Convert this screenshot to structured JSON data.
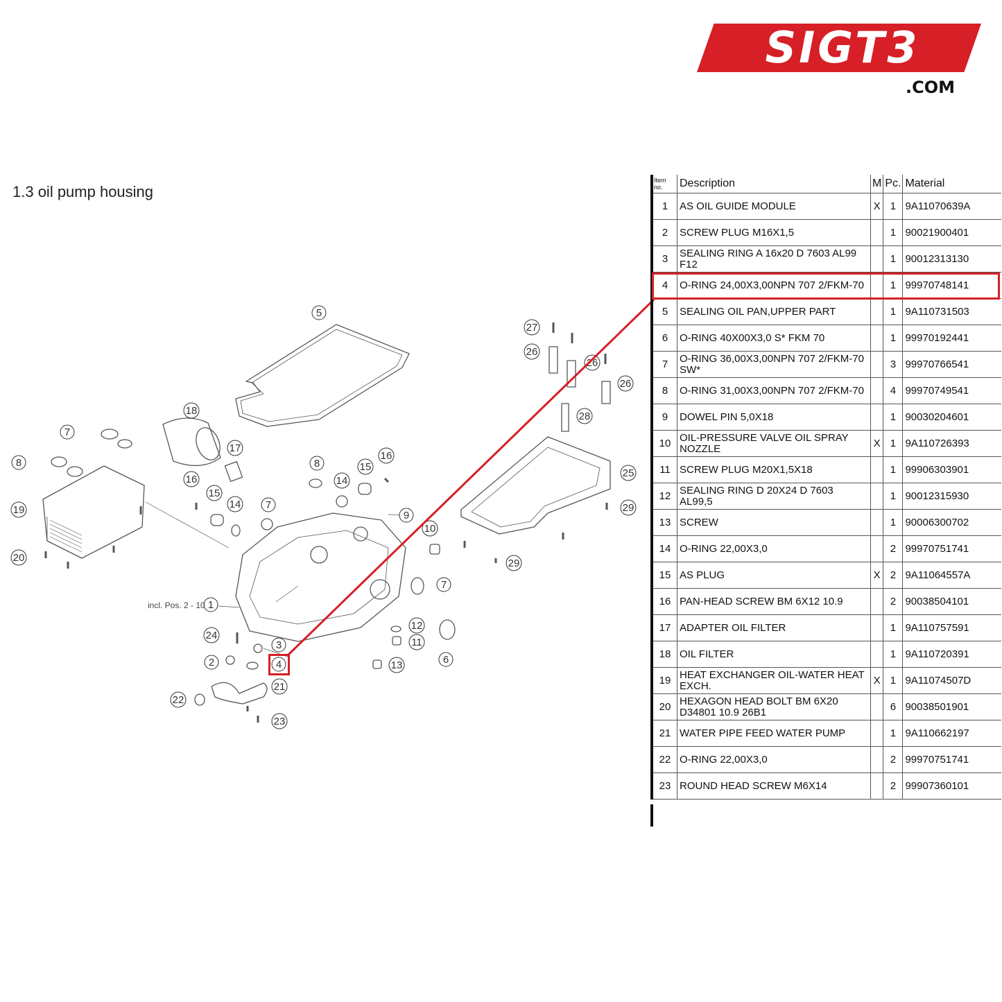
{
  "logo": {
    "text": "SIGT3",
    "domain": ".COM",
    "color": "#d61f26"
  },
  "section": {
    "title": "1.3  oil pump housing"
  },
  "diagram": {
    "note": "incl. Pos. 2 - 10",
    "callouts": [
      "1",
      "2",
      "3",
      "4",
      "5",
      "6",
      "7",
      "7",
      "7",
      "8",
      "8",
      "9",
      "10",
      "11",
      "12",
      "13",
      "14",
      "14",
      "15",
      "15",
      "16",
      "16",
      "17",
      "18",
      "19",
      "20",
      "21",
      "22",
      "23",
      "24",
      "25",
      "26",
      "26",
      "26",
      "27",
      "28",
      "29",
      "29"
    ],
    "highlighted_callout": "4"
  },
  "table": {
    "headers": {
      "item": "Item no.",
      "description": "Description",
      "m": "M",
      "pc": "Pc.",
      "material": "Material"
    },
    "rows": [
      {
        "item": "1",
        "description": "AS OIL GUIDE MODULE",
        "m": "X",
        "pc": "1",
        "material": "9A11070639A"
      },
      {
        "item": "2",
        "description": "SCREW PLUG M16X1,5",
        "m": "",
        "pc": "1",
        "material": "90021900401"
      },
      {
        "item": "3",
        "description": "SEALING RING A 16x20 D 7603 AL99 F12",
        "m": "",
        "pc": "1",
        "material": "90012313130"
      },
      {
        "item": "4",
        "description": "O-RING 24,00X3,00NPN 707 2/FKM-70",
        "m": "",
        "pc": "1",
        "material": "99970748141"
      },
      {
        "item": "5",
        "description": "SEALING OIL PAN,UPPER PART",
        "m": "",
        "pc": "1",
        "material": "9A110731503"
      },
      {
        "item": "6",
        "description": "O-RING 40X00X3,0 S* FKM 70",
        "m": "",
        "pc": "1",
        "material": "99970192441"
      },
      {
        "item": "7",
        "description": "O-RING 36,00X3,00NPN 707 2/FKM-70 SW*",
        "m": "",
        "pc": "3",
        "material": "99970766541"
      },
      {
        "item": "8",
        "description": "O-RING 31,00X3,00NPN 707 2/FKM-70",
        "m": "",
        "pc": "4",
        "material": "99970749541"
      },
      {
        "item": "9",
        "description": "DOWEL PIN 5,0X18",
        "m": "",
        "pc": "1",
        "material": "90030204601"
      },
      {
        "item": "10",
        "description": "OIL-PRESSURE VALVE OIL SPRAY NOZZLE",
        "m": "X",
        "pc": "1",
        "material": "9A110726393"
      },
      {
        "item": "11",
        "description": "SCREW PLUG M20X1,5X18",
        "m": "",
        "pc": "1",
        "material": "99906303901"
      },
      {
        "item": "12",
        "description": "SEALING RING D 20X24 D 7603 AL99,5",
        "m": "",
        "pc": "1",
        "material": "90012315930"
      },
      {
        "item": "13",
        "description": "SCREW",
        "m": "",
        "pc": "1",
        "material": "90006300702"
      },
      {
        "item": "14",
        "description": "O-RING 22,00X3,0",
        "m": "",
        "pc": "2",
        "material": "99970751741"
      },
      {
        "item": "15",
        "description": "AS PLUG",
        "m": "X",
        "pc": "2",
        "material": "9A11064557A"
      },
      {
        "item": "16",
        "description": "PAN-HEAD SCREW BM 6X12 10.9",
        "m": "",
        "pc": "2",
        "material": "90038504101"
      },
      {
        "item": "17",
        "description": "ADAPTER OIL FILTER",
        "m": "",
        "pc": "1",
        "material": "9A110757591"
      },
      {
        "item": "18",
        "description": "OIL FILTER",
        "m": "",
        "pc": "1",
        "material": "9A110720391"
      },
      {
        "item": "19",
        "description": "HEAT EXCHANGER OIL-WATER HEAT EXCH.",
        "m": "X",
        "pc": "1",
        "material": "9A11074507D"
      },
      {
        "item": "20",
        "description": "HEXAGON HEAD BOLT BM 6X20 D34801 10.9 26B1",
        "m": "",
        "pc": "6",
        "material": "90038501901"
      },
      {
        "item": "21",
        "description": "WATER PIPE FEED WATER PUMP",
        "m": "",
        "pc": "1",
        "material": "9A110662197"
      },
      {
        "item": "22",
        "description": "O-RING 22,00X3,0",
        "m": "",
        "pc": "2",
        "material": "99970751741"
      },
      {
        "item": "23",
        "description": "ROUND HEAD SCREW M6X14",
        "m": "",
        "pc": "2",
        "material": "99907360101"
      }
    ],
    "highlighted_item": "4",
    "highlight_color": "#d61f26"
  }
}
